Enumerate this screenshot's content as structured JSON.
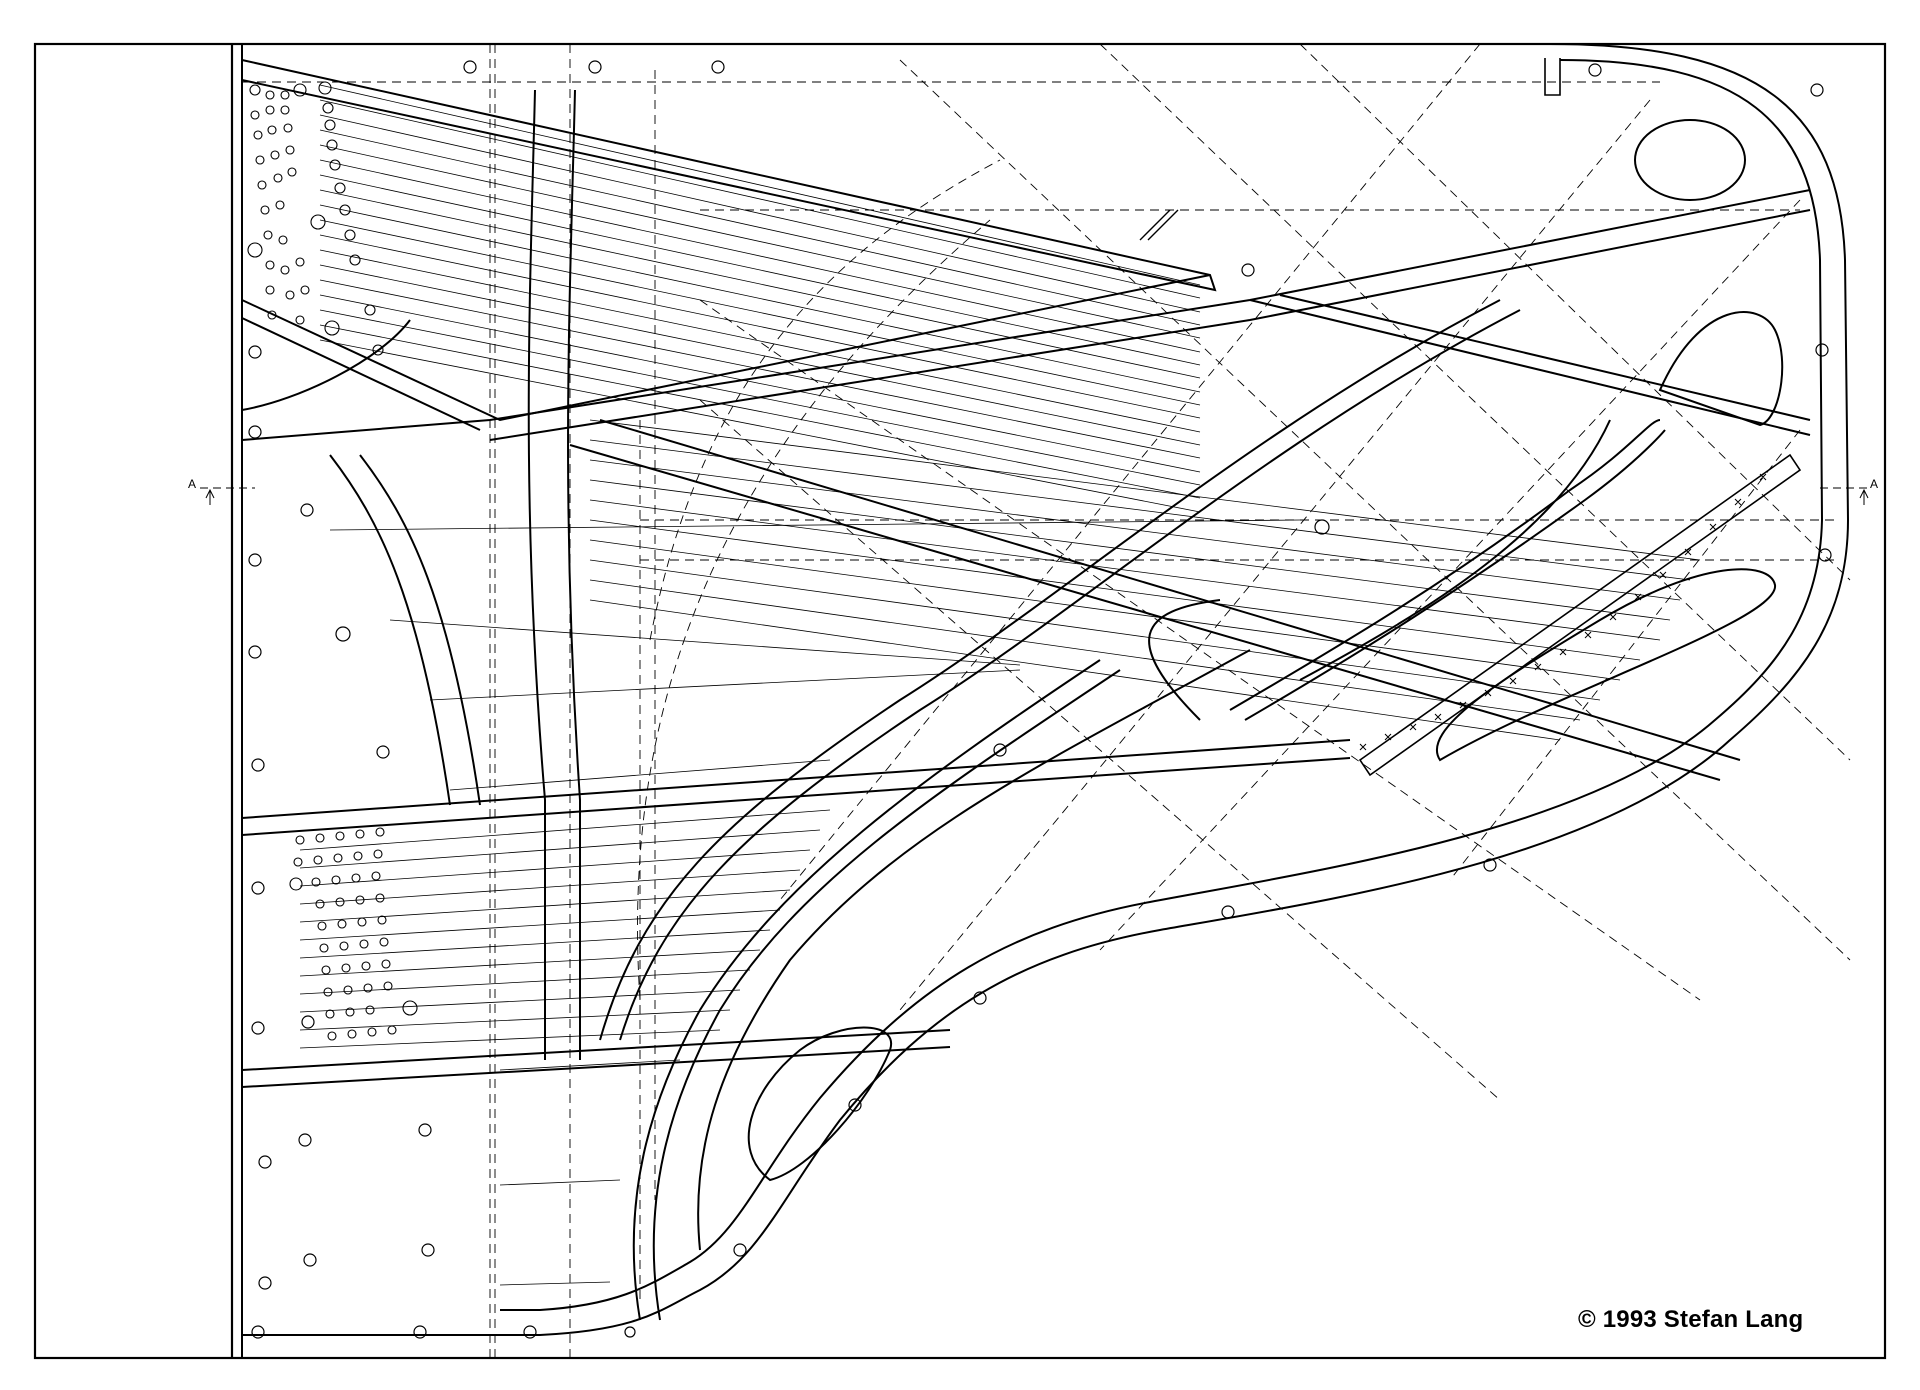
{
  "drawing": {
    "section_marker_left": "A",
    "section_marker_right": "A",
    "copyright": "© 1993 Stefan Lang",
    "line_color": "#000000",
    "paper_color": "#ffffff"
  }
}
